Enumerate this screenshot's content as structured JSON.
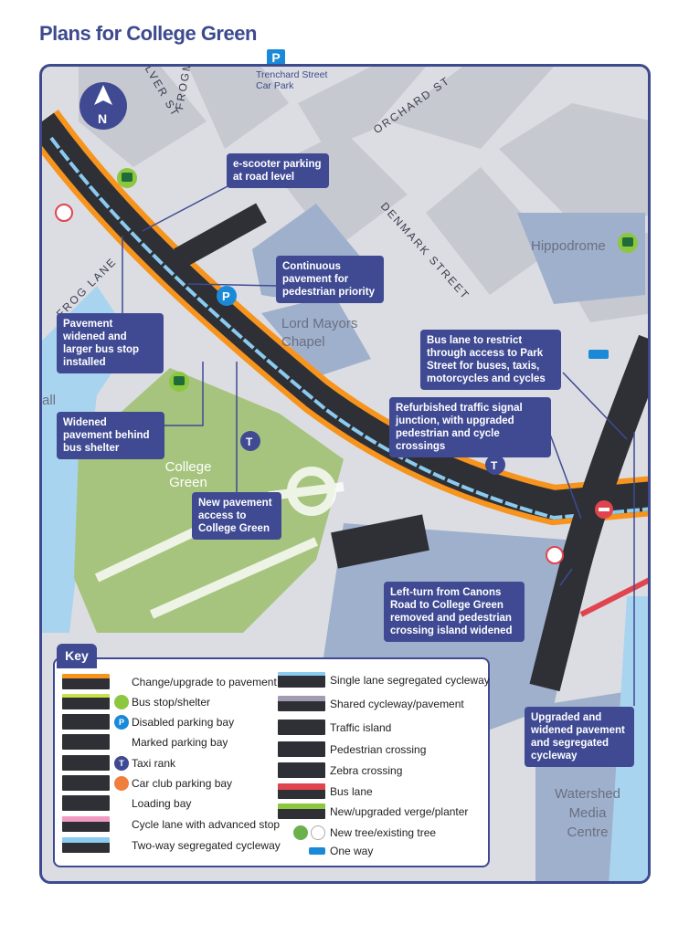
{
  "title": "Plans for College Green",
  "parking": {
    "badge": "P",
    "label": "Trenchard Street Car Park"
  },
  "compass": {
    "label": "N"
  },
  "streets": {
    "silver": "LVER ST",
    "frogmore": "FROGMORE ST",
    "orchard": "ORCHARD ST",
    "denmark": "DENMARK STREET",
    "frog_lane": "FROG LANE"
  },
  "places": {
    "hippodrome": "Hippodrome",
    "chapel": "Lord Mayors Chapel",
    "green": "College Green",
    "watershed": "Watershed Media Centre",
    "hall": "all"
  },
  "callouts": [
    "e-scooter parking at road level",
    "Continuous pavement for pedestrian priority",
    "Pavement widened and larger bus stop installed",
    "Widened pavement behind bus shelter",
    "New pavement access to College Green",
    "Bus lane to restrict through access to Park Street for buses, taxis, motorcycles and cycles",
    "Refurbished traffic signal junction, with upgraded pedestrian and cycle crossings",
    "Left-turn from Canons Road to College Green removed and pedestrian crossing island widened",
    "Upgraded and widened pavement and segregated cycleway"
  ],
  "key": {
    "title": "Key",
    "left": [
      {
        "label": "Change/upgrade to pavement",
        "icon": "pavement-swatch"
      },
      {
        "label": "Bus stop/shelter",
        "icon": "bus-icon"
      },
      {
        "label": "Disabled parking bay",
        "icon": "parking-icon"
      },
      {
        "label": "Marked parking bay",
        "icon": ""
      },
      {
        "label": "Taxi rank",
        "icon": "taxi-icon"
      },
      {
        "label": "Car club parking bay",
        "icon": "car-club-icon"
      },
      {
        "label": "Loading bay",
        "icon": ""
      },
      {
        "label": "Cycle lane with advanced stop",
        "icon": ""
      },
      {
        "label": "Two-way segregated cycleway",
        "icon": ""
      }
    ],
    "right": [
      {
        "label": "Single lane segregated cycleway"
      },
      {
        "label": "Shared cycleway/pavement"
      },
      {
        "label": "Traffic island"
      },
      {
        "label": "Pedestrian crossing"
      },
      {
        "label": "Zebra crossing"
      },
      {
        "label": "Bus lane"
      },
      {
        "label": "New/upgraded verge/planter"
      },
      {
        "label": "New tree/existing tree"
      },
      {
        "label": "One way"
      }
    ]
  },
  "colors": {
    "brand": "#3d4a8e",
    "road": "#2e3036",
    "pavement": "#f7941d",
    "cycleway": "#8ccbf0",
    "green": "#a6c47d",
    "water": "#a9d4ef",
    "bus_lane": "#e0454f"
  }
}
